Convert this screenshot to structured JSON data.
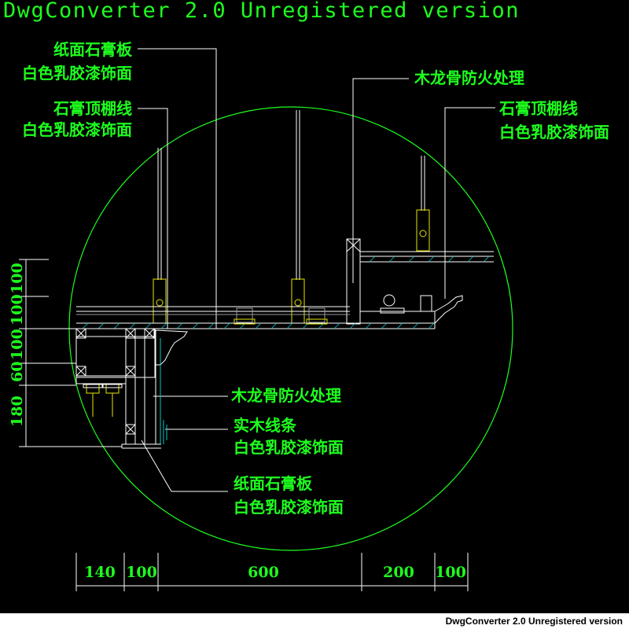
{
  "header": {
    "title": "DwgConverter 2.0 Unregistered version"
  },
  "labels": {
    "top_left_1": {
      "line1": "纸面石膏板",
      "line2": "白色乳胶漆饰面"
    },
    "top_left_2": {
      "line1": "石膏顶棚线",
      "line2": "白色乳胶漆饰面"
    },
    "top_right_1": {
      "line1": "木龙骨防火处理"
    },
    "top_right_2": {
      "line1": "石膏顶棚线",
      "line2": "白色乳胶漆饰面"
    },
    "bottom_1": {
      "line1": "木龙骨防火处理"
    },
    "bottom_2": {
      "line1": "实木线条",
      "line2": "白色乳胶漆饰面"
    },
    "bottom_3": {
      "line1": "纸面石膏板",
      "line2": "白色乳胶漆饰面"
    }
  },
  "dimensions": {
    "vertical": [
      "100",
      "100",
      "100",
      "60",
      "180"
    ],
    "horizontal": [
      "140",
      "100",
      "600",
      "200",
      "100"
    ]
  },
  "footer": {
    "watermark": "DwgConverter 2.0 Unregistered version"
  },
  "colors": {
    "line_primary": "#1eff1e",
    "line_white": "#ffffff",
    "line_cyan": "#00c8c8",
    "line_yellow": "#e6e600",
    "line_gray": "#9a9a9a"
  }
}
